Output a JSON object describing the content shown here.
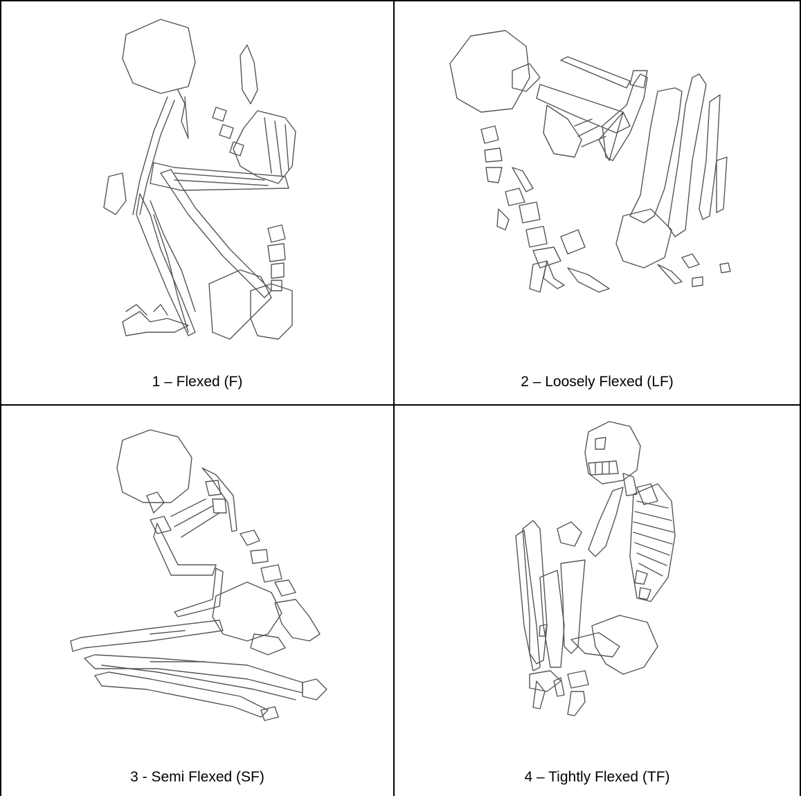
{
  "panels": [
    {
      "caption": "1 – Flexed (F)"
    },
    {
      "caption": "2 – Loosely Flexed (LF)"
    },
    {
      "caption": "3 - Semi Flexed (SF)"
    },
    {
      "caption": "4 – Tightly Flexed (TF)"
    }
  ]
}
